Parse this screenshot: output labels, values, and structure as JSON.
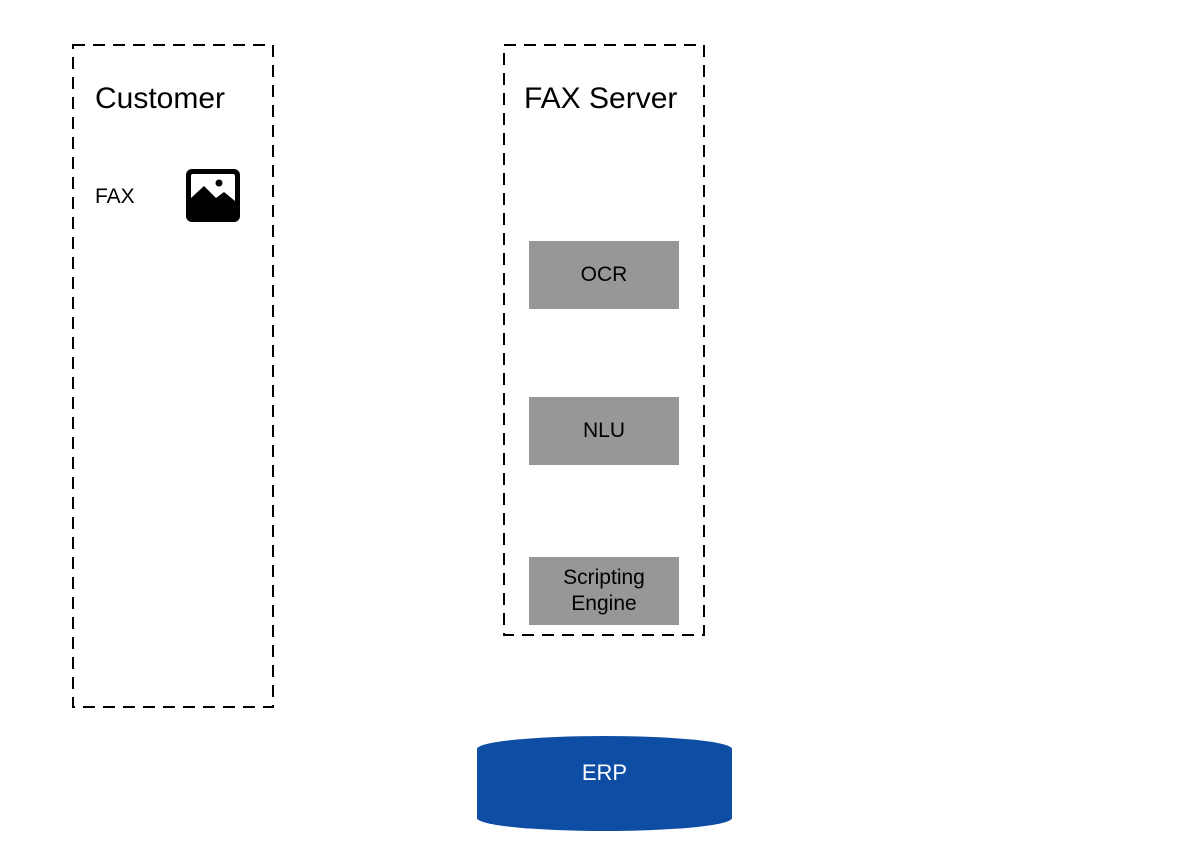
{
  "customer_lane": {
    "title": "Customer",
    "fax_label": "FAX",
    "fax_icon": "image-icon"
  },
  "server_lane": {
    "title": "FAX Server",
    "components": {
      "ocr": "OCR",
      "nlu": "NLU",
      "scripting_engine": [
        "Scripting",
        "Engine"
      ]
    }
  },
  "erp": {
    "label": "ERP"
  },
  "colors": {
    "component_fill": "#979797",
    "erp_fill": "#0E4DA4",
    "border": "#000000"
  }
}
